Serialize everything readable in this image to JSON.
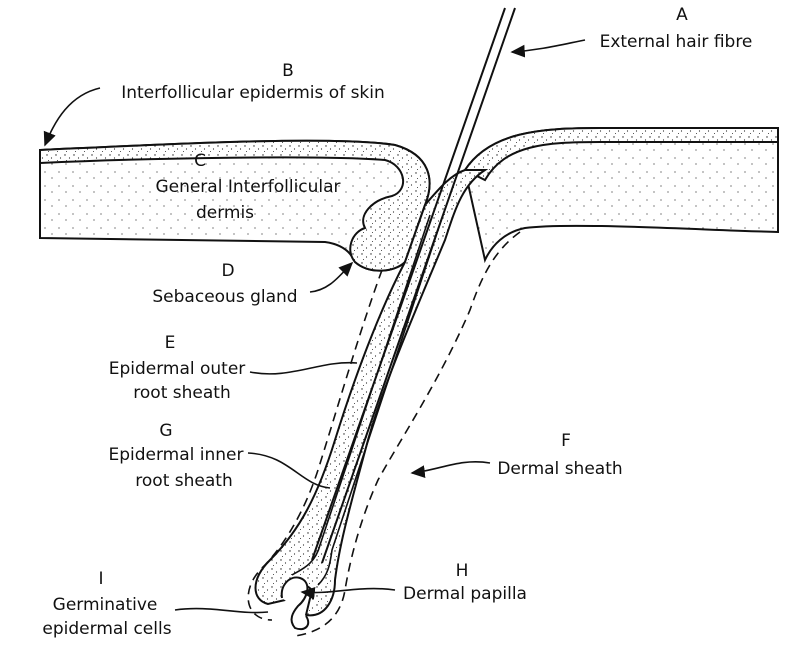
{
  "labels": {
    "a": {
      "letter": "A",
      "lines": [
        "External hair fibre"
      ]
    },
    "b": {
      "letter": "B",
      "lines": [
        "Interfollicular epidermis of skin"
      ]
    },
    "c": {
      "letter": "C",
      "lines": [
        "General Interfollicular",
        "dermis"
      ]
    },
    "d": {
      "letter": "D",
      "lines": [
        "Sebaceous gland"
      ]
    },
    "e": {
      "letter": "E",
      "lines": [
        "Epidermal outer",
        "root sheath"
      ]
    },
    "f": {
      "letter": "F",
      "lines": [
        "Dermal sheath"
      ]
    },
    "g": {
      "letter": "G",
      "lines": [
        "Epidermal inner",
        "root sheath"
      ]
    },
    "h": {
      "letter": "H",
      "lines": [
        "Dermal papilla"
      ]
    },
    "i": {
      "letter": "I",
      "lines": [
        "Germinative",
        "epidermal cells"
      ]
    }
  },
  "colors": {
    "ink": "#111111",
    "background": "#ffffff"
  }
}
